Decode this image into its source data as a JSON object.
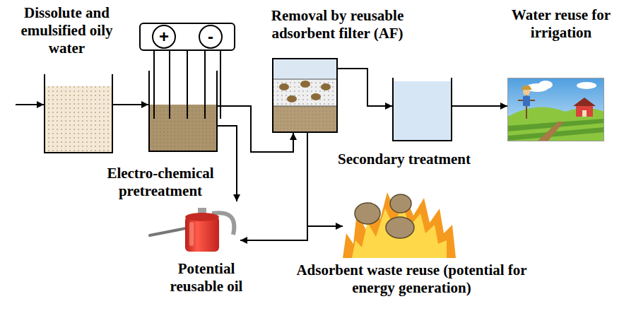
{
  "diagram": {
    "nodes": [
      {
        "text": [
          "Dissolute and emulsified oily water"
        ]
      },
      {
        "text": [
          "+",
          "-"
        ]
      },
      {
        "text": [
          "Electro-chemical pretreatment"
        ]
      },
      {
        "text": [
          "Removal by reusable adsorbent filter (AF)"
        ]
      },
      {
        "text": [
          "Secondary treatment"
        ]
      },
      {
        "text": [
          "Water reuse for irrigation"
        ]
      },
      {
        "text": [
          "Potential reusable oil"
        ]
      },
      {
        "text": [
          "Adsorbent waste reuse (potential for energy generation)"
        ]
      }
    ],
    "edges": [
      {
        "from": 0,
        "to": 2,
        "arrow": "to"
      },
      {
        "from": 1,
        "to": 2,
        "arrow": "none"
      },
      {
        "from": 2,
        "to": 3,
        "arrow": "to"
      },
      {
        "from": 2,
        "to": 6,
        "arrow": "to"
      },
      {
        "from": 3,
        "to": 4,
        "arrow": "to"
      },
      {
        "from": 3,
        "to": 7,
        "arrow": "to"
      },
      {
        "from": 3,
        "to": 6,
        "arrow": "to"
      },
      {
        "from": 4,
        "to": 5,
        "arrow": "to"
      }
    ]
  }
}
